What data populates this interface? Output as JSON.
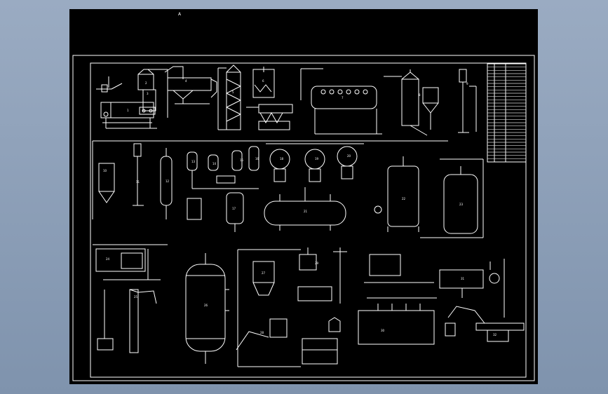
{
  "sheet": {
    "top_mark": "A",
    "background": "#000000",
    "line_color": "#ffffff",
    "app_background": "#8a9db7"
  },
  "equipment_labels": [
    "1",
    "2",
    "3",
    "4",
    "5",
    "6",
    "7",
    "8",
    "9",
    "10",
    "11",
    "12",
    "13",
    "14",
    "15",
    "16",
    "17",
    "18",
    "19",
    "20",
    "21",
    "22",
    "23",
    "24",
    "25",
    "26",
    "27",
    "28",
    "29",
    "30",
    "31",
    "32"
  ],
  "parts_table": {
    "row_count": 30
  }
}
